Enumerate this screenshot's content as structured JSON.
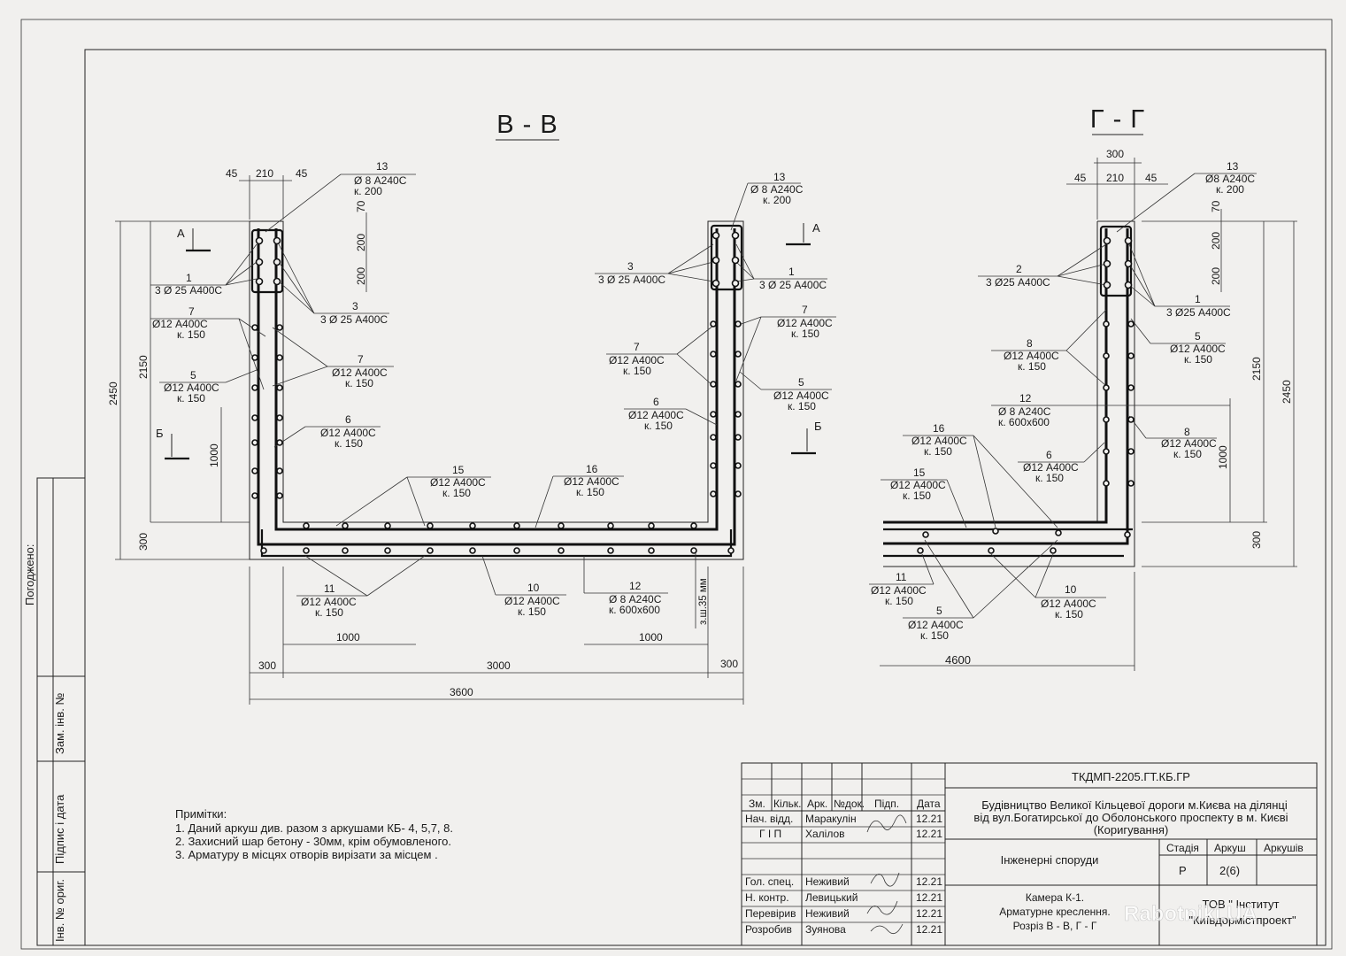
{
  "section_vv": {
    "title": "В - В",
    "cut_a": "А",
    "cut_b": "Б",
    "dims": {
      "top_45_left": "45",
      "top_210": "210",
      "top_45_right": "45",
      "h_70": "70",
      "h_200a": "200",
      "h_200b": "200",
      "h_2450": "2450",
      "h_2150": "2150",
      "h_1000": "1000",
      "h_300": "300",
      "b_1000_left": "1000",
      "b_1000_right": "1000",
      "b_300_left": "300",
      "b_3000": "3000",
      "b_300_right": "300",
      "b_3600": "3600",
      "cover": "з.ш.35 мм"
    },
    "callouts": [
      {
        "num": "13",
        "spec": "Ø 8 А240С",
        "step": "к. 200"
      },
      {
        "num": "1",
        "spec": "3 Ø 25 А400С",
        "step": ""
      },
      {
        "num": "3",
        "spec": "3 Ø 25 А400С",
        "step": ""
      },
      {
        "num": "7",
        "spec": "Ø12 А400С",
        "step": "к. 150"
      },
      {
        "num": "7",
        "spec": "Ø12 А400С",
        "step": "к. 150"
      },
      {
        "num": "5",
        "spec": "Ø12 А400С",
        "step": "к. 150"
      },
      {
        "num": "6",
        "spec": "Ø12 А400С",
        "step": "к. 150"
      },
      {
        "num": "15",
        "spec": "Ø12 А400С",
        "step": "к. 150"
      },
      {
        "num": "16",
        "spec": "Ø12 А400С",
        "step": "к. 150"
      },
      {
        "num": "11",
        "spec": "Ø12 А400С",
        "step": "к. 150"
      },
      {
        "num": "10",
        "spec": "Ø12 А400С",
        "step": "к. 150"
      },
      {
        "num": "12",
        "spec": "Ø 8 А240С",
        "step": "к. 600х600"
      },
      {
        "num": "13",
        "spec": "Ø 8 А240С",
        "step": "к. 200"
      },
      {
        "num": "3",
        "spec": "3 Ø 25 А400С",
        "step": ""
      },
      {
        "num": "1",
        "spec": "3 Ø 25 А400С",
        "step": ""
      },
      {
        "num": "7",
        "spec": "Ø12 А400С",
        "step": "к. 150"
      },
      {
        "num": "7",
        "spec": "Ø12 А400С",
        "step": "к. 150"
      },
      {
        "num": "5",
        "spec": "Ø12 А400С",
        "step": "к. 150"
      },
      {
        "num": "6",
        "spec": "Ø12 А400С",
        "step": "к. 150"
      }
    ]
  },
  "section_gg": {
    "title": "Г - Г",
    "dims": {
      "top_300": "300",
      "top_45_left": "45",
      "top_210": "210",
      "top_45_right": "45",
      "h_70": "70",
      "h_200a": "200",
      "h_200b": "200",
      "h_2150": "2150",
      "h_2450": "2450",
      "h_1000": "1000",
      "h_300": "300",
      "b_4600": "4600"
    },
    "callouts": [
      {
        "num": "13",
        "spec": "Ø8 А240С",
        "step": "к. 200"
      },
      {
        "num": "2",
        "spec": "3 Ø25 А400С",
        "step": ""
      },
      {
        "num": "1",
        "spec": "3 Ø25 А400С",
        "step": ""
      },
      {
        "num": "8",
        "spec": "Ø12 А400С",
        "step": "к. 150"
      },
      {
        "num": "5",
        "spec": "Ø12 А400С",
        "step": "к. 150"
      },
      {
        "num": "12",
        "spec": "Ø 8 А240С",
        "step": "к. 600х600"
      },
      {
        "num": "16",
        "spec": "Ø12 А400С",
        "step": "к. 150"
      },
      {
        "num": "6",
        "spec": "Ø12 А400С",
        "step": "к. 150"
      },
      {
        "num": "8",
        "spec": "Ø12 А400С",
        "step": "к. 150"
      },
      {
        "num": "15",
        "spec": "Ø12 А400С",
        "step": "к. 150"
      },
      {
        "num": "11",
        "spec": "Ø12 А400С",
        "step": "к. 150"
      },
      {
        "num": "10",
        "spec": "Ø12 А400С",
        "step": "к. 150"
      },
      {
        "num": "5",
        "spec": "Ø12 А400С",
        "step": "к. 150"
      }
    ]
  },
  "notes": {
    "heading": "Примітки:",
    "items": [
      "1. Даний аркуш див. разом з аркушами КБ- 4, 5,7, 8.",
      "2. Захисний шар бетону - 30мм, крім обумовленого.",
      "3. Арматуру в місцях отворів вирізати за місцем ."
    ]
  },
  "side_stamp": {
    "agreed": "Погоджено:",
    "inv": "Інв. № ориг.",
    "sign_date": "Підпис і дата",
    "replace": "Зам. інв. №"
  },
  "title_block": {
    "code": "ТКДМП-2205.ГТ.КБ.ГР",
    "project": [
      "Будівництво Великої Кільцевої дороги м.Києва на ділянці",
      "від вул.Богатирської до Оболонського проспекту в м. Києві",
      "(Коригування)"
    ],
    "structure": "Інженерні споруди",
    "sheet_title": [
      "Камера К-1.",
      "Арматурне креслення.",
      "Розріз В - В, Г - Г"
    ],
    "headers": {
      "zm": "Зм.",
      "kilk": "Кільк.",
      "ark": "Арк.",
      "ndok": "№док.",
      "pidp": "Підп.",
      "data": "Дата"
    },
    "people": [
      {
        "role": "Нач. відд.",
        "name": "Маракулін",
        "date": "12.21"
      },
      {
        "role": "Г І П",
        "name": "Халілов",
        "date": "12.21"
      },
      {
        "role": "Гол. спец.",
        "name": "Неживий",
        "date": "12.21"
      },
      {
        "role": "Н. контр.",
        "name": "Левицький",
        "date": "12.21"
      },
      {
        "role": "Перевірив",
        "name": "Неживий",
        "date": "12.21"
      },
      {
        "role": "Розробив",
        "name": "Зуянова",
        "date": "12.21"
      }
    ],
    "stage_h": "Стадія",
    "sheet_h": "Аркуш",
    "sheets_h": "Аркушів",
    "stage": "Р",
    "sheet": "2(6)",
    "sheets": "",
    "org": [
      "ТОВ \" Інститут",
      "\"Київдормістпроект\""
    ]
  },
  "watermark": "Rabotniki.UA"
}
